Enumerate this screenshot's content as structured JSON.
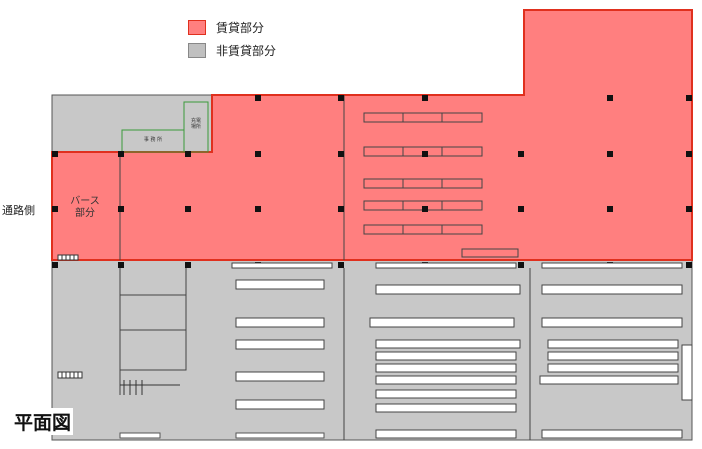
{
  "legend": {
    "rental": {
      "label": "賃貸部分",
      "color": "#ff7f7f"
    },
    "non_rental": {
      "label": "非賃貸部分",
      "color": "#c0c0c0"
    }
  },
  "side_label": "通路側",
  "berth_label": "バース\n部分",
  "office_label": "事 務 所",
  "electrical_label": "充電\n場所",
  "caption": "平面図",
  "colors": {
    "rental_border": "#e0301e",
    "non_rental_fill": "#c8c8c8",
    "line": "#333333",
    "column": "#111111",
    "green_outline": "#3a9a3a"
  }
}
